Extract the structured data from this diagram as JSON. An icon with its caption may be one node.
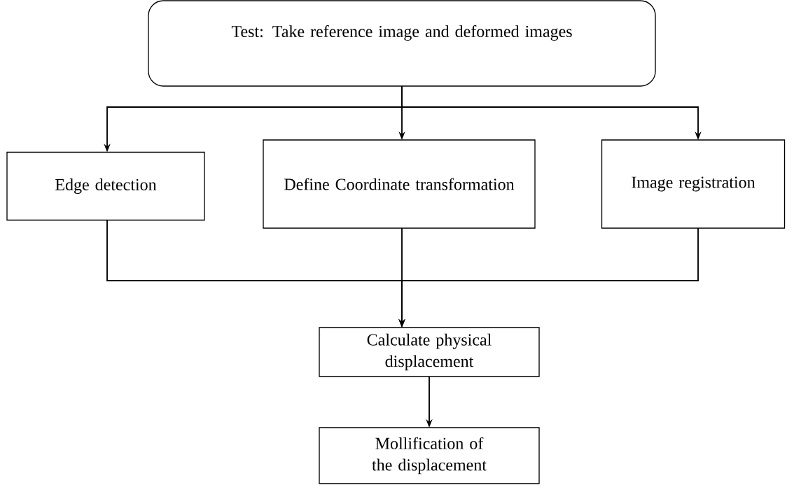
{
  "diagram": {
    "nodes": [
      {
        "text": [
          "Test: Take reference image and deformed images"
        ]
      },
      {
        "text": [
          "Edge detection"
        ]
      },
      {
        "text": [
          "Define Coordinate transformation"
        ]
      },
      {
        "text": [
          "Image registration"
        ]
      },
      {
        "text": [
          "Calculate physical displacement"
        ]
      },
      {
        "text": [
          "Mollification of the displacement"
        ]
      }
    ],
    "edges": [
      {
        "from": 0,
        "to": 1,
        "arrow": "to"
      },
      {
        "from": 0,
        "to": 2,
        "arrow": "to"
      },
      {
        "from": 0,
        "to": 3,
        "arrow": "to"
      },
      {
        "from": 1,
        "to": 4,
        "arrow": "to"
      },
      {
        "from": 2,
        "to": 4,
        "arrow": "to"
      },
      {
        "from": 3,
        "to": 4,
        "arrow": "to"
      },
      {
        "from": 4,
        "to": 5,
        "arrow": "to"
      }
    ]
  }
}
